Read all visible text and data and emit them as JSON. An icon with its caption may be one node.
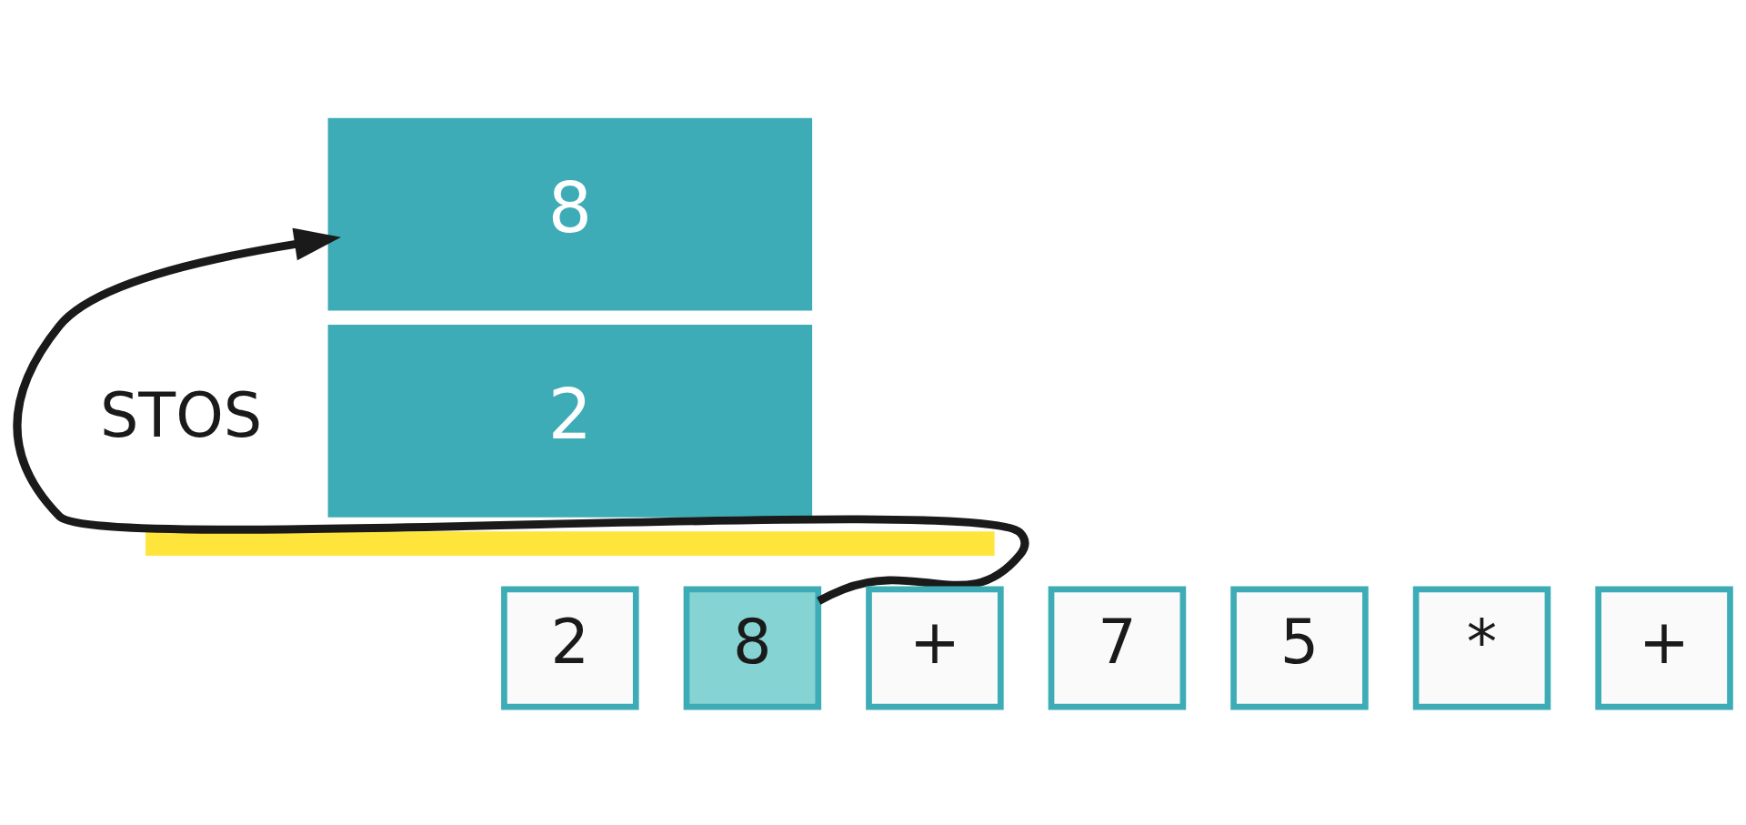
{
  "diagram": {
    "nodes": [
      {
        "text": [
          "8"
        ]
      },
      {
        "text": [
          "2"
        ]
      },
      {
        "text": [],
        "shape": "bar"
      },
      {
        "text": [
          "2"
        ]
      },
      {
        "text": [
          "8"
        ]
      },
      {
        "text": [
          "+"
        ]
      },
      {
        "text": [
          "7"
        ]
      },
      {
        "text": [
          "5"
        ]
      },
      {
        "text": [
          "*"
        ]
      },
      {
        "text": [
          "+"
        ]
      }
    ],
    "edges": [
      {
        "from": 4,
        "to": 0,
        "arrow": "to"
      }
    ],
    "labels": [
      "STOS"
    ]
  }
}
